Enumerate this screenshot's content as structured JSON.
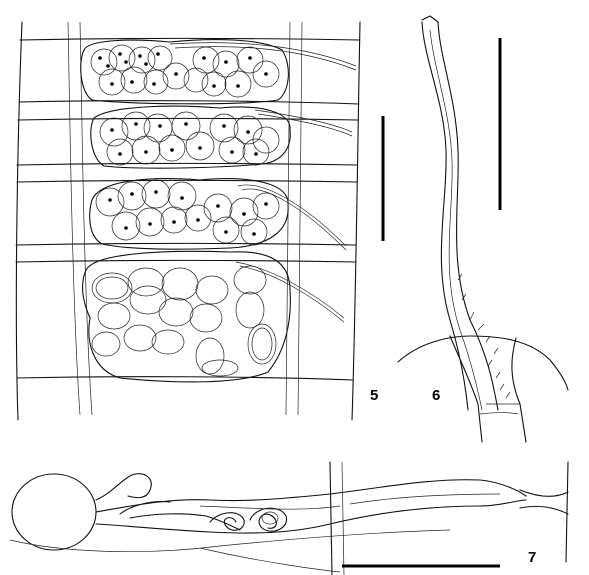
{
  "figure": {
    "panels": [
      {
        "id": "panel-5",
        "label": "5"
      },
      {
        "id": "panel-6",
        "label": "6"
      },
      {
        "id": "panel-7",
        "label": "7"
      }
    ]
  }
}
